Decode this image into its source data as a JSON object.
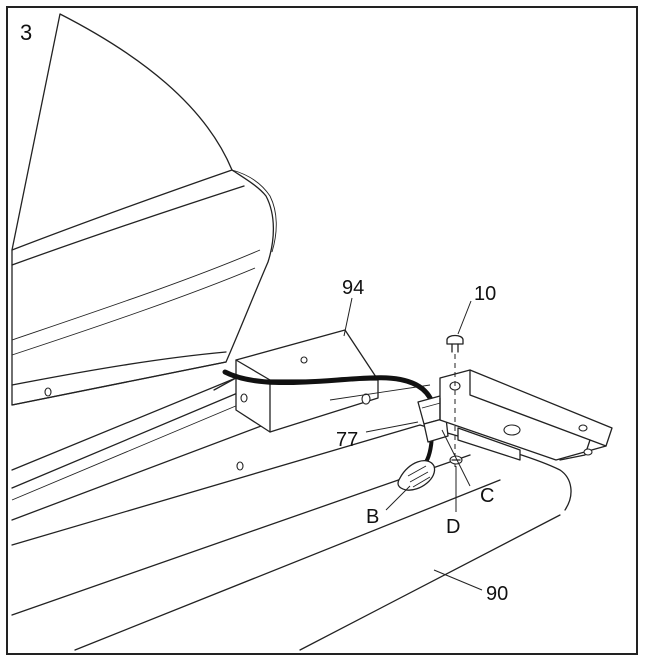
{
  "step_number": "3",
  "labels": {
    "part_94": "94",
    "part_10": "10",
    "part_77": "77",
    "point_c": "C",
    "point_b": "B",
    "point_d": "D",
    "part_90": "90"
  }
}
